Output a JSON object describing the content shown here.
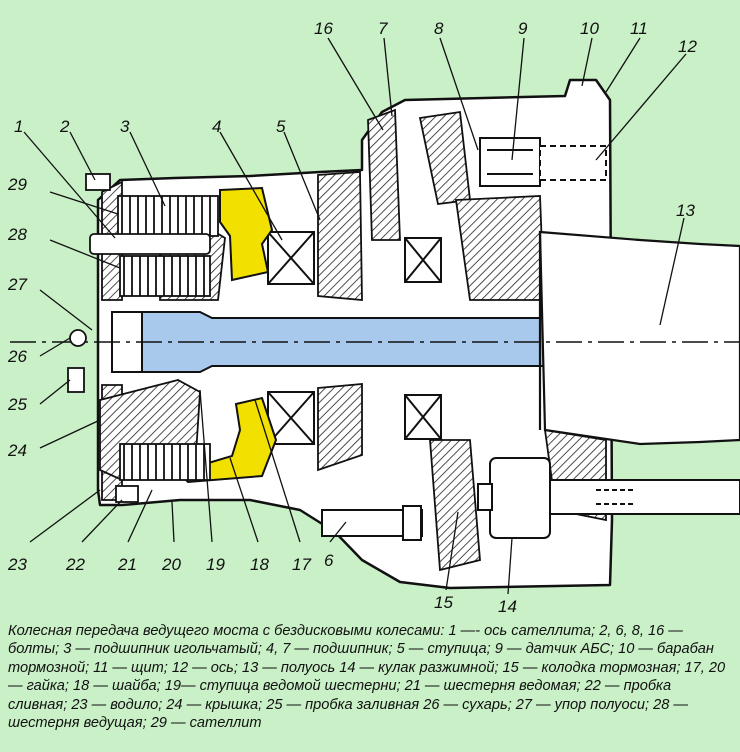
{
  "callouts": {
    "n1": "1",
    "n2": "2",
    "n3": "3",
    "n4": "4",
    "n5": "5",
    "n6": "6",
    "n7": "7",
    "n8": "8",
    "n9": "9",
    "n10": "10",
    "n11": "11",
    "n12": "12",
    "n13": "13",
    "n14": "14",
    "n15": "15",
    "n16": "16",
    "n17": "17",
    "n18": "18",
    "n19": "19",
    "n20": "20",
    "n21": "21",
    "n22": "22",
    "n23": "23",
    "n24": "24",
    "n25": "25",
    "n26": "26",
    "n27": "27",
    "n28": "28",
    "n29": "29"
  },
  "caption": "Колесная передача ведущего моста с бездисковыми колесами: 1 —- ось сателлита; 2, 6, 8, 16 — болты; 3 — подшипник игольчатый; 4, 7 — подшипник; 5 — ступица; 9 — датчик АБС; 10 — барабан тормозной; 11 — щит; 12 — ось; 13 — полуось 14 — кулак разжимной; 15 — колодка тормозная; 17, 20— гайка; 18 — шайба; 19— ступица ведомой шестерни; 21 — шестерня ведомая; 22 — пробка сливная; 23 — водило; 24 — крышка; 25 — пробка заливная 26 — сухарь; 27 — упор полуоси; 28 — шестерня ведущая; 29 — сателлит",
  "colors": {
    "background": "#c9f0c6",
    "metal": "#ffffff",
    "outline": "#111111",
    "hatch": "#222222",
    "axle": "#a9c9ec",
    "washer": "#f2e000"
  }
}
